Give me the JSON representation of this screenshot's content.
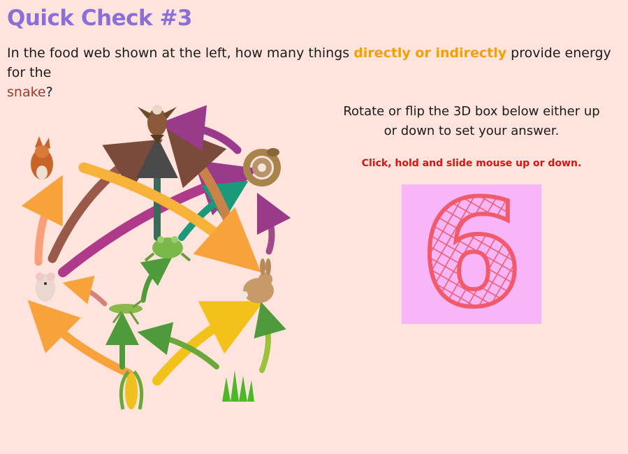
{
  "title": "Quick Check #3",
  "question": {
    "part1": "In the food web shown at the left, how many things ",
    "highlight": "directly or indirectly",
    "part2": " provide energy for the ",
    "snake": "snake",
    "part3": "?"
  },
  "instruction": {
    "line1": "Rotate or flip the 3D box below either up",
    "line2": "or down to set your answer."
  },
  "hint": "Click, hold and slide mouse up or down.",
  "answer": {
    "value": "6",
    "box_color": "#f8b6f8",
    "digit_color": "#f05a6a"
  },
  "food_web": {
    "organisms": [
      "hawk",
      "fox",
      "snake",
      "frog",
      "mouse",
      "rabbit",
      "grasshopper",
      "corn",
      "grass"
    ]
  },
  "colors": {
    "title": "#8b6fd6",
    "highlight": "#f5a000",
    "hint": "#e01010",
    "background": "#ffe4de"
  }
}
